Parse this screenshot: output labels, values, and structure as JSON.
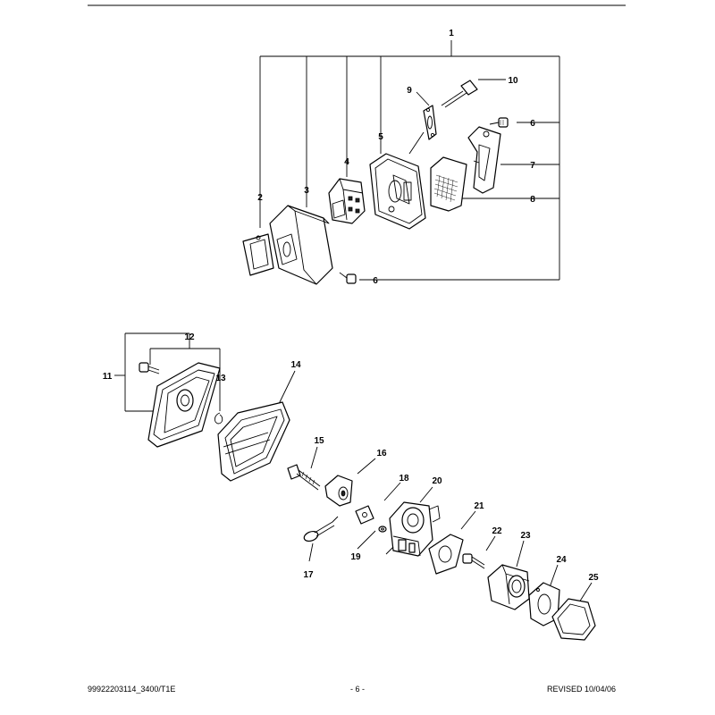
{
  "callouts": [
    "1",
    "2",
    "3",
    "4",
    "5",
    "6",
    "7",
    "8",
    "9",
    "10",
    "6",
    "11",
    "12",
    "13",
    "14",
    "15",
    "16",
    "17",
    "18",
    "19",
    "20",
    "21",
    "22",
    "23",
    "24",
    "25"
  ],
  "footer": {
    "left": "99922203114_3400/T1E",
    "center": "- 6 -",
    "right": "REVISED 10/04/06"
  }
}
